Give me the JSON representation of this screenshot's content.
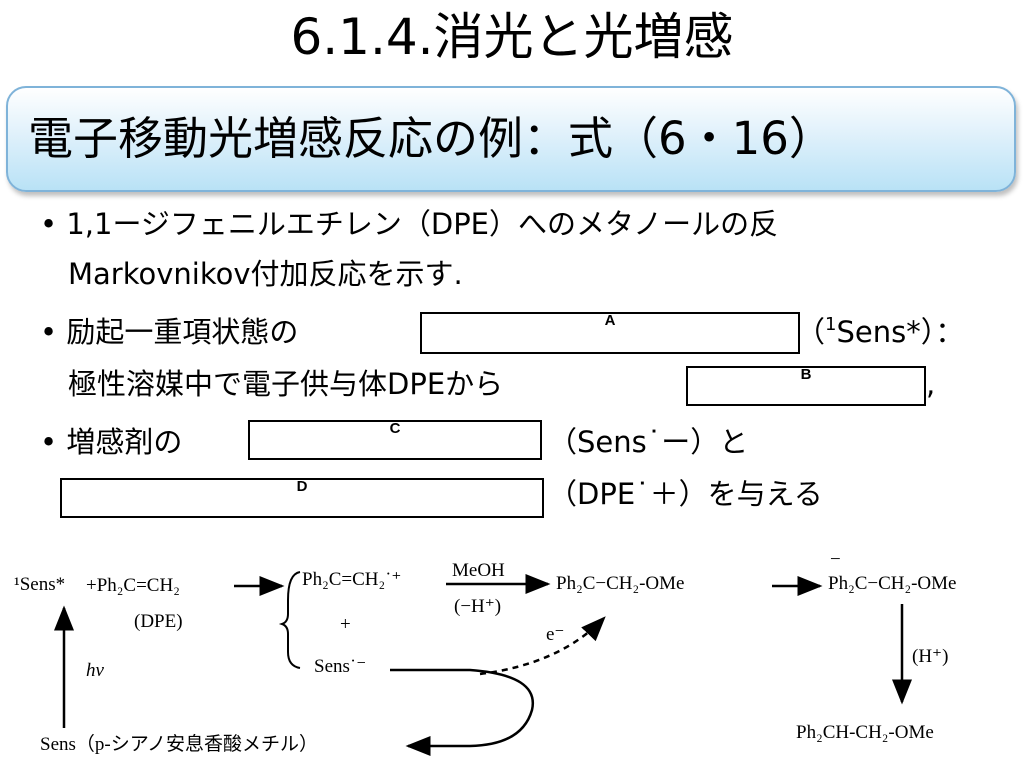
{
  "title": "6.1.4.消光と光増感",
  "subtitle": "電子移動光増感反応の例：式（6・16）",
  "bullet_symbol": "•",
  "bullets": [
    {
      "line1": "1,1ージフェニルエチレン（DPE）へのメタノールの反",
      "line2": "Markovnikov付加反応を示す."
    },
    {
      "line1_start": "励起一重項状態の",
      "line1_tail_pre": "（",
      "line1_sup": "1",
      "line1_tail_post": "Sens*）：",
      "line2_start": "極性溶媒中で電子供与体DPEから",
      "line2_end": ","
    },
    {
      "line1_start": "増感剤の",
      "line1_tail": "（Sens˙ー）と",
      "line2_tail": "（DPE˙＋）を与える"
    }
  ],
  "redactions": {
    "a": "A",
    "b": "B",
    "c": "C",
    "d": "D"
  },
  "scheme": {
    "sens_excited": "¹Sens*",
    "plus_dpe": "+Ph₂C=CH₂",
    "dpe_label": "(DPE)",
    "radical_cation": "Ph₂C=CH₂˙⁺",
    "plus": "+",
    "sens_anion": "Sens˙⁻",
    "meoh": "MeOH",
    "minus_h": "(−H⁺)",
    "electron": "e⁻",
    "intermediate1": "Ph₂C−CH₂-OMe",
    "intermediate2": "Ph₂C−CH₂-OMe",
    "anion_mark": "−",
    "h_plus": "(H⁺)",
    "product": "Ph₂CH-CH₂-OMe",
    "hv": "hν",
    "sens_ground": "Sens（p-シアノ安息香酸メチル）"
  }
}
